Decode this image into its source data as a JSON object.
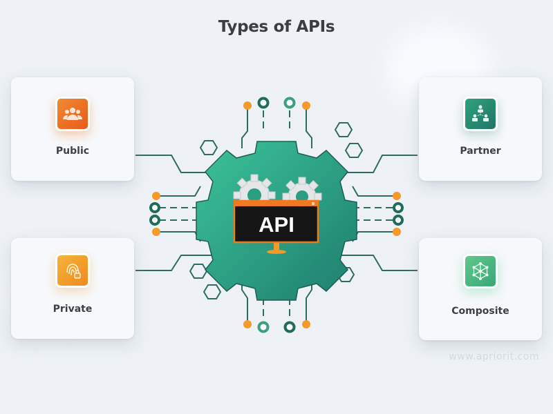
{
  "title": "Types of APIs",
  "center": {
    "label": "API",
    "colors": {
      "gear": "#2a9d83",
      "gear_dark": "#1f7a67",
      "screen": "#161616",
      "screen_frame": "#f07a22",
      "cogs": "#e3e3e3",
      "line": "#2f6b62",
      "dot_orange": "#f39a2a"
    }
  },
  "cards": [
    {
      "label": "Public",
      "icon": "people-group-icon",
      "color_from": "#f07a2a",
      "color_to": "#e85a1a"
    },
    {
      "label": "Private",
      "icon": "fingerprint-lock-icon",
      "color_from": "#f5b02e",
      "color_to": "#f08a1e"
    },
    {
      "label": "Partner",
      "icon": "org-chart-people-icon",
      "color_from": "#2b9a78",
      "color_to": "#23786c"
    },
    {
      "label": "Composite",
      "icon": "network-hub-icon",
      "color_from": "#5cc48a",
      "color_to": "#3aa776"
    }
  ],
  "watermark": "www.apriorit.com"
}
